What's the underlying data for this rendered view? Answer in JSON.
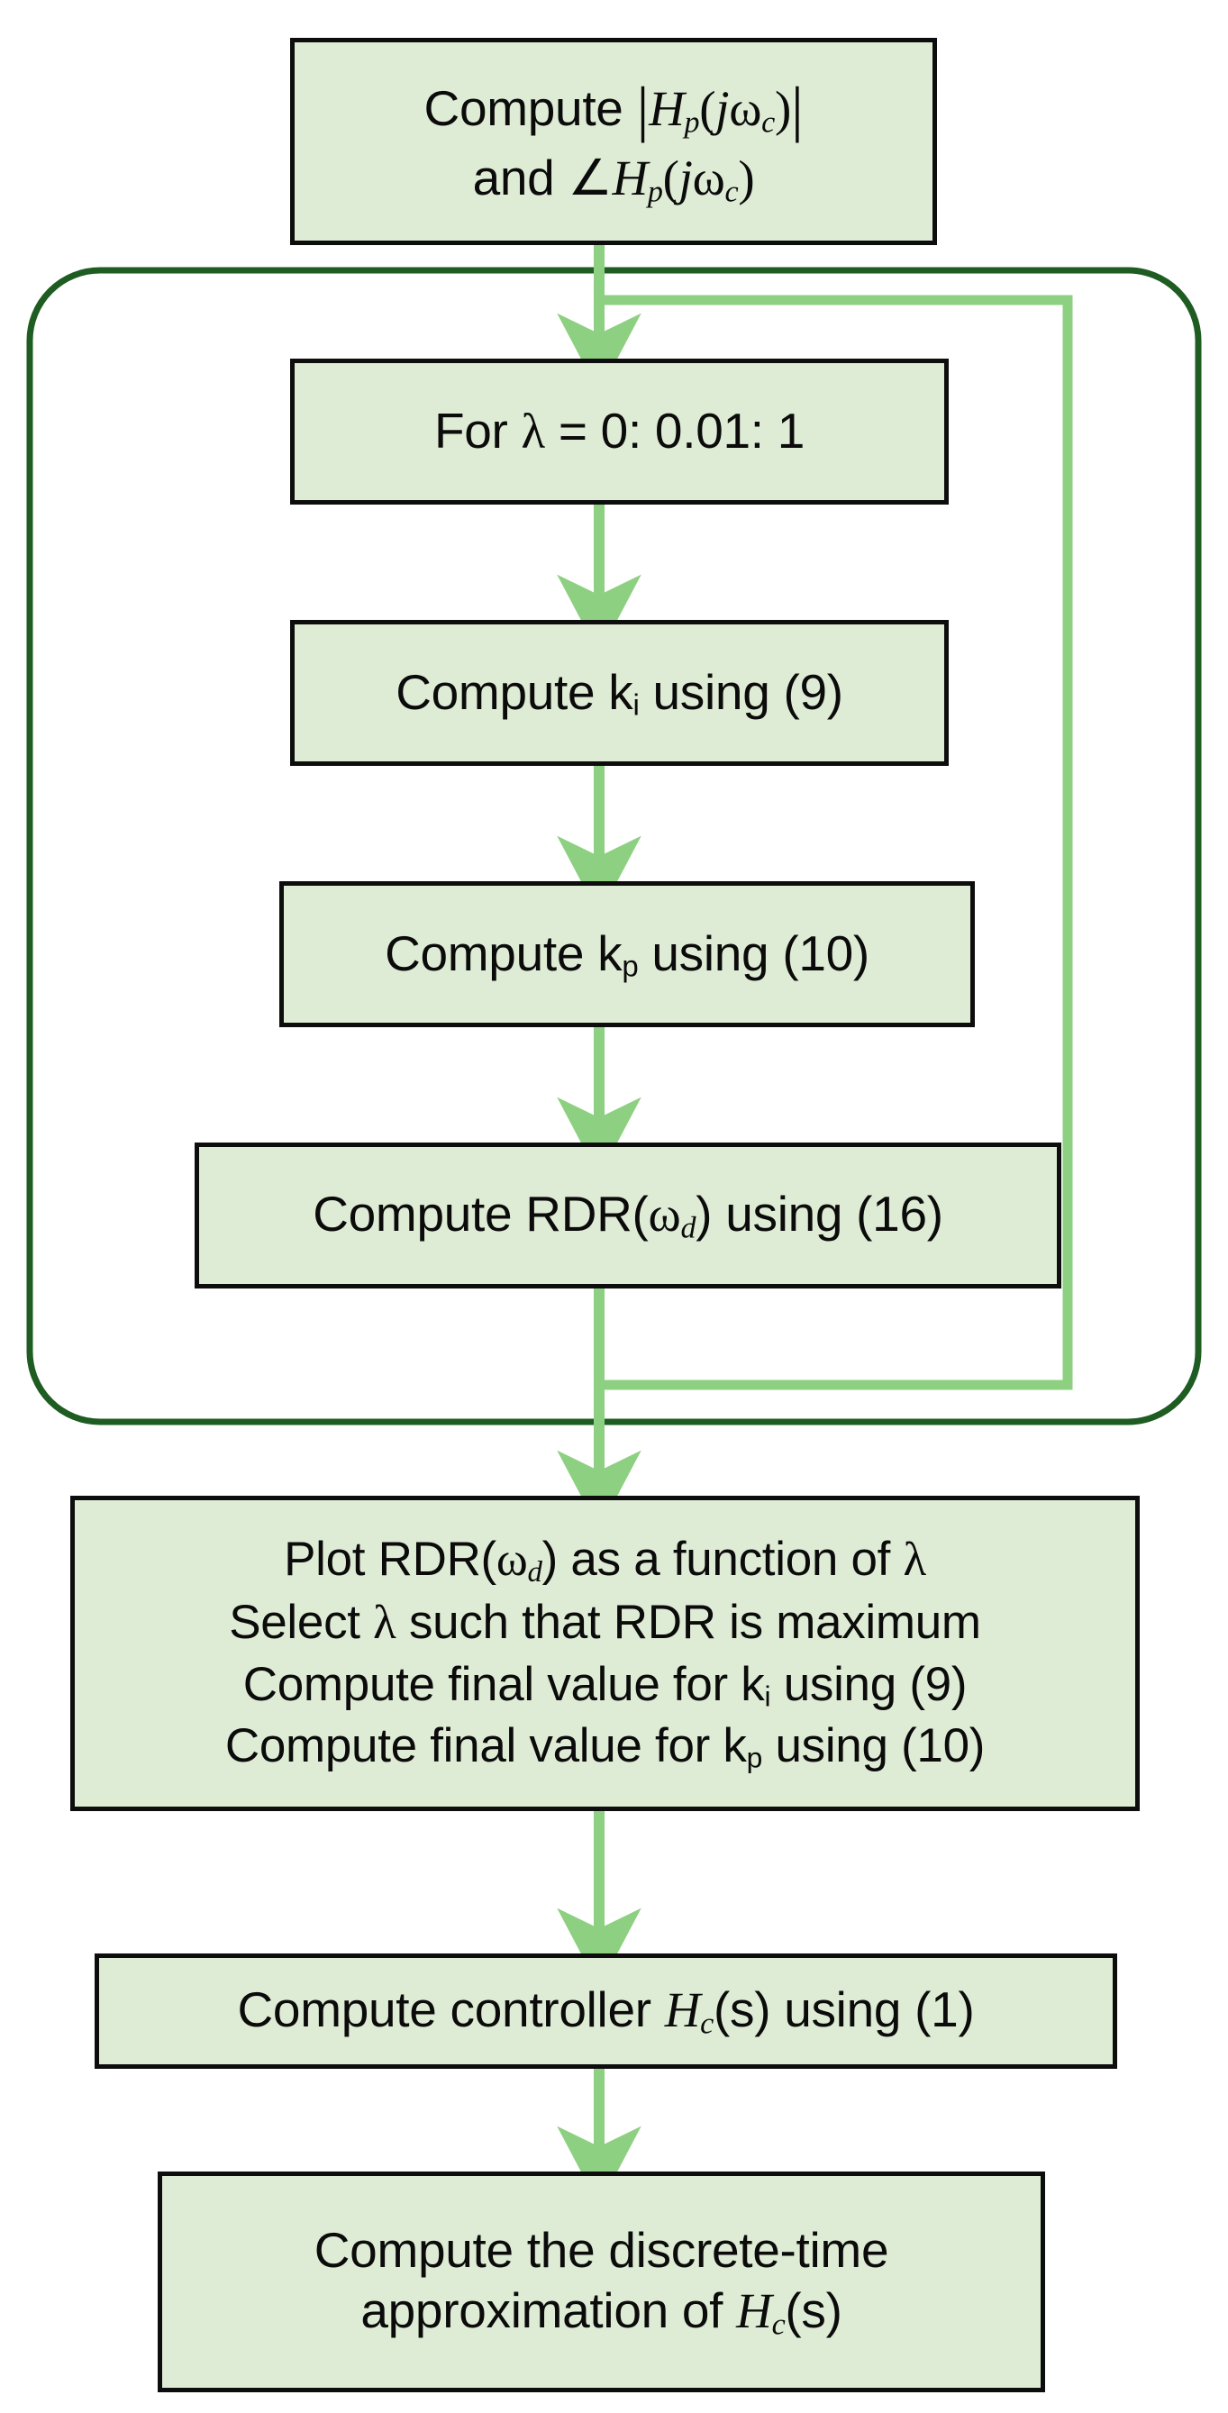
{
  "diagram": {
    "title": "PI controller tuning design flowchart",
    "colors": {
      "node_fill": "#dfecd5",
      "node_border": "#0d0d0d",
      "arrow": "#8ed081",
      "loop_border": "#1e5c22",
      "background": "#ffffff"
    },
    "nodes": [
      {
        "id": "compute-magnitude-phase",
        "lines": [
          {
            "text": "Compute |Hp(jωc)|",
            "parts": [
              "Compute ",
              "|",
              "H",
              "p",
              "(",
              "j",
              "ω",
              "c",
              ")",
              "|"
            ]
          },
          {
            "text": "and ∠Hp(jωc)"
          }
        ]
      },
      {
        "id": "for-lambda",
        "lines": [
          {
            "text": "For λ = 0: 0.01: 1"
          }
        ]
      },
      {
        "id": "compute-ki",
        "lines": [
          {
            "text": "Compute ki using (9)"
          }
        ]
      },
      {
        "id": "compute-kp",
        "lines": [
          {
            "text": "Compute kp using (10)"
          }
        ]
      },
      {
        "id": "compute-rdr",
        "lines": [
          {
            "text": "Compute RDR(ωd) using (16)"
          }
        ]
      },
      {
        "id": "plot-select-final",
        "lines": [
          {
            "text": "Plot RDR(ωd) as a function of λ"
          },
          {
            "text": "Select λ such that RDR is maximum"
          },
          {
            "text": "Compute final value for ki using (9)"
          },
          {
            "text": "Compute final value for kp using (10)"
          }
        ]
      },
      {
        "id": "compute-controller",
        "lines": [
          {
            "text": "Compute controller Hc(s) using (1)"
          }
        ]
      },
      {
        "id": "discrete-approximation",
        "lines": [
          {
            "text": "Compute the discrete-time"
          },
          {
            "text": "approximation of Hc(s)"
          }
        ]
      }
    ],
    "text": {
      "compute_word": "Compute ",
      "and_word": "and ",
      "angle_symbol": "∠",
      "abs_bar": "|",
      "H": "H",
      "sub_p": "p",
      "sub_c": "c",
      "sub_d": "d",
      "sub_i": "i",
      "open_paren": "(",
      "close_paren": ")",
      "j": "j",
      "omega": "ω",
      "lambda": "λ",
      "for_prefix": "For ",
      "lambda_range": " = 0: 0.01: 1",
      "compute_k_prefix": "Compute k",
      "using_9": " using (9)",
      "using_10": " using (10)",
      "compute_rdr_prefix": "Compute RDR(",
      "rdr_suffix": ") using (16)",
      "plot_rdr_prefix": "Plot RDR(",
      "plot_rdr_mid": ") as a function of ",
      "select_prefix": "Select ",
      "select_suffix": " such that RDR is maximum",
      "final_value_prefix": "Compute final value for k",
      "controller_prefix": "Compute controller ",
      "controller_suffix": "(s) using (1)",
      "discrete_line1": "Compute the discrete-time",
      "discrete_line2_prefix": "approximation of ",
      "discrete_line2_suffix": "(s)",
      "s_var": "s"
    },
    "loop": {
      "name": "lambda-sweep-loop",
      "label": "",
      "feedback_note": ""
    }
  }
}
